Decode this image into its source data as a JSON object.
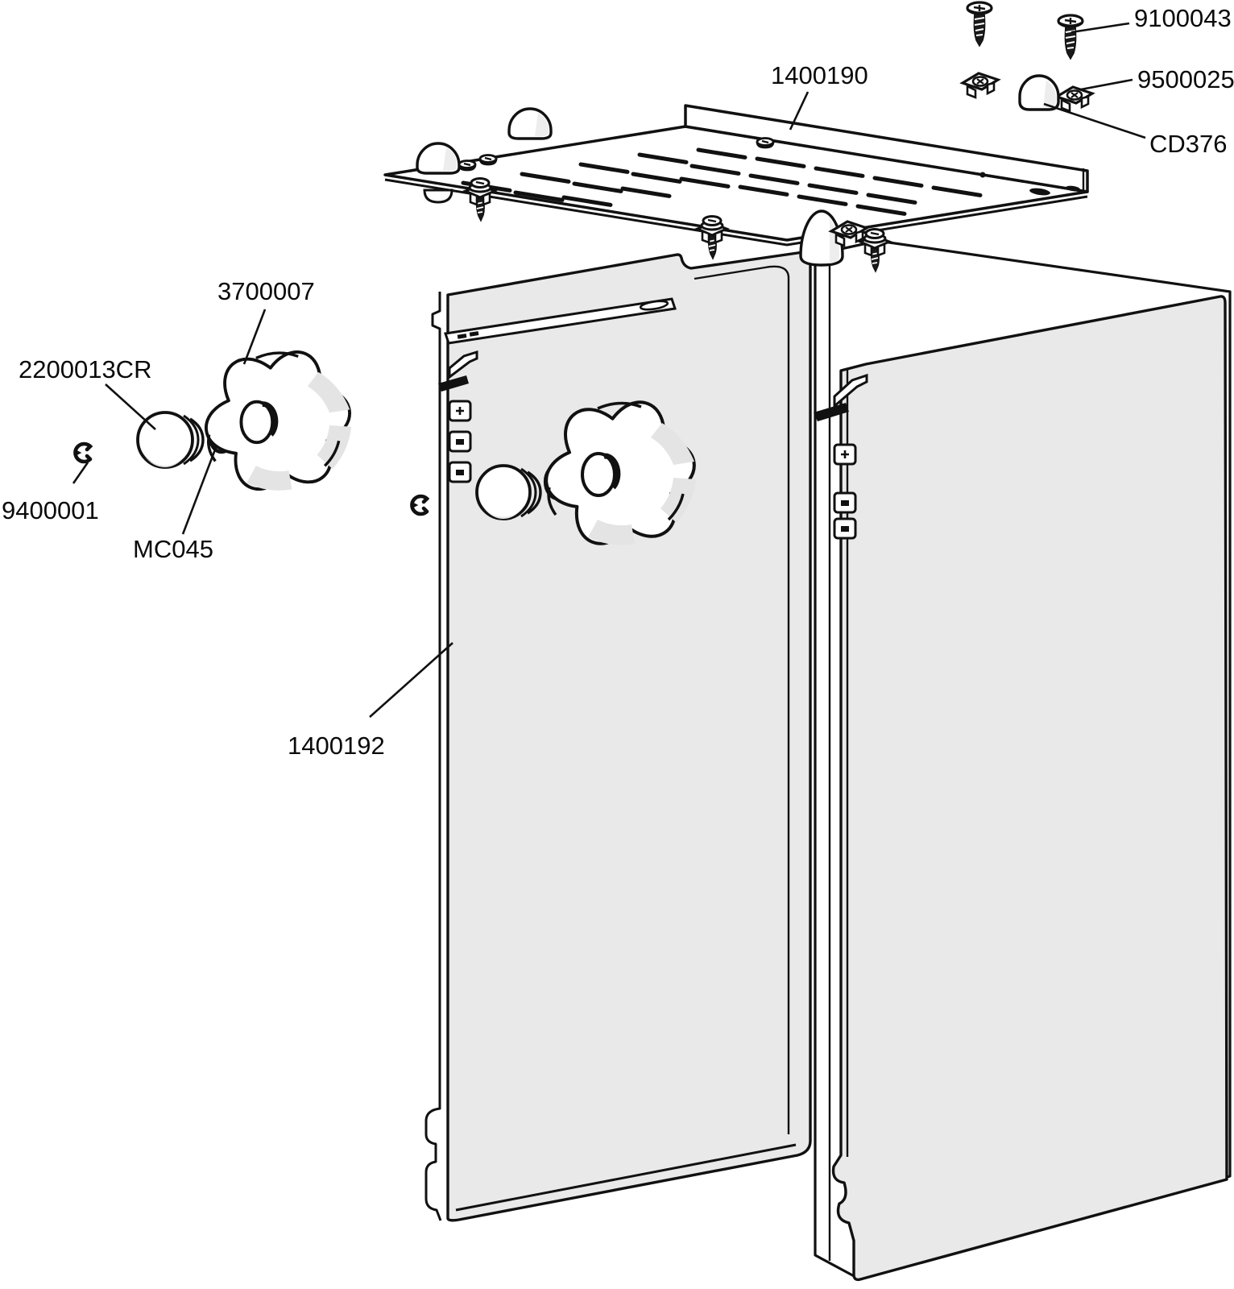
{
  "diagram": {
    "kind": "exploded-parts-diagram",
    "colors": {
      "background": "#ffffff",
      "line": "#111111",
      "panel_fill": "#e9e9e9",
      "shade": "#e4e4e4"
    }
  },
  "parts": [
    {
      "id": "screw",
      "label": "9100043"
    },
    {
      "id": "clip-nut",
      "label": "9500025"
    },
    {
      "id": "dome-cap",
      "label": "CD376"
    },
    {
      "id": "top-plate",
      "label": "1400190"
    },
    {
      "id": "star-knob",
      "label": "3700007"
    },
    {
      "id": "button-cap",
      "label": "2200013CR"
    },
    {
      "id": "e-clip",
      "label": "9400001"
    },
    {
      "id": "o-ring",
      "label": "MC045"
    },
    {
      "id": "side-panel",
      "label": "1400192"
    }
  ]
}
